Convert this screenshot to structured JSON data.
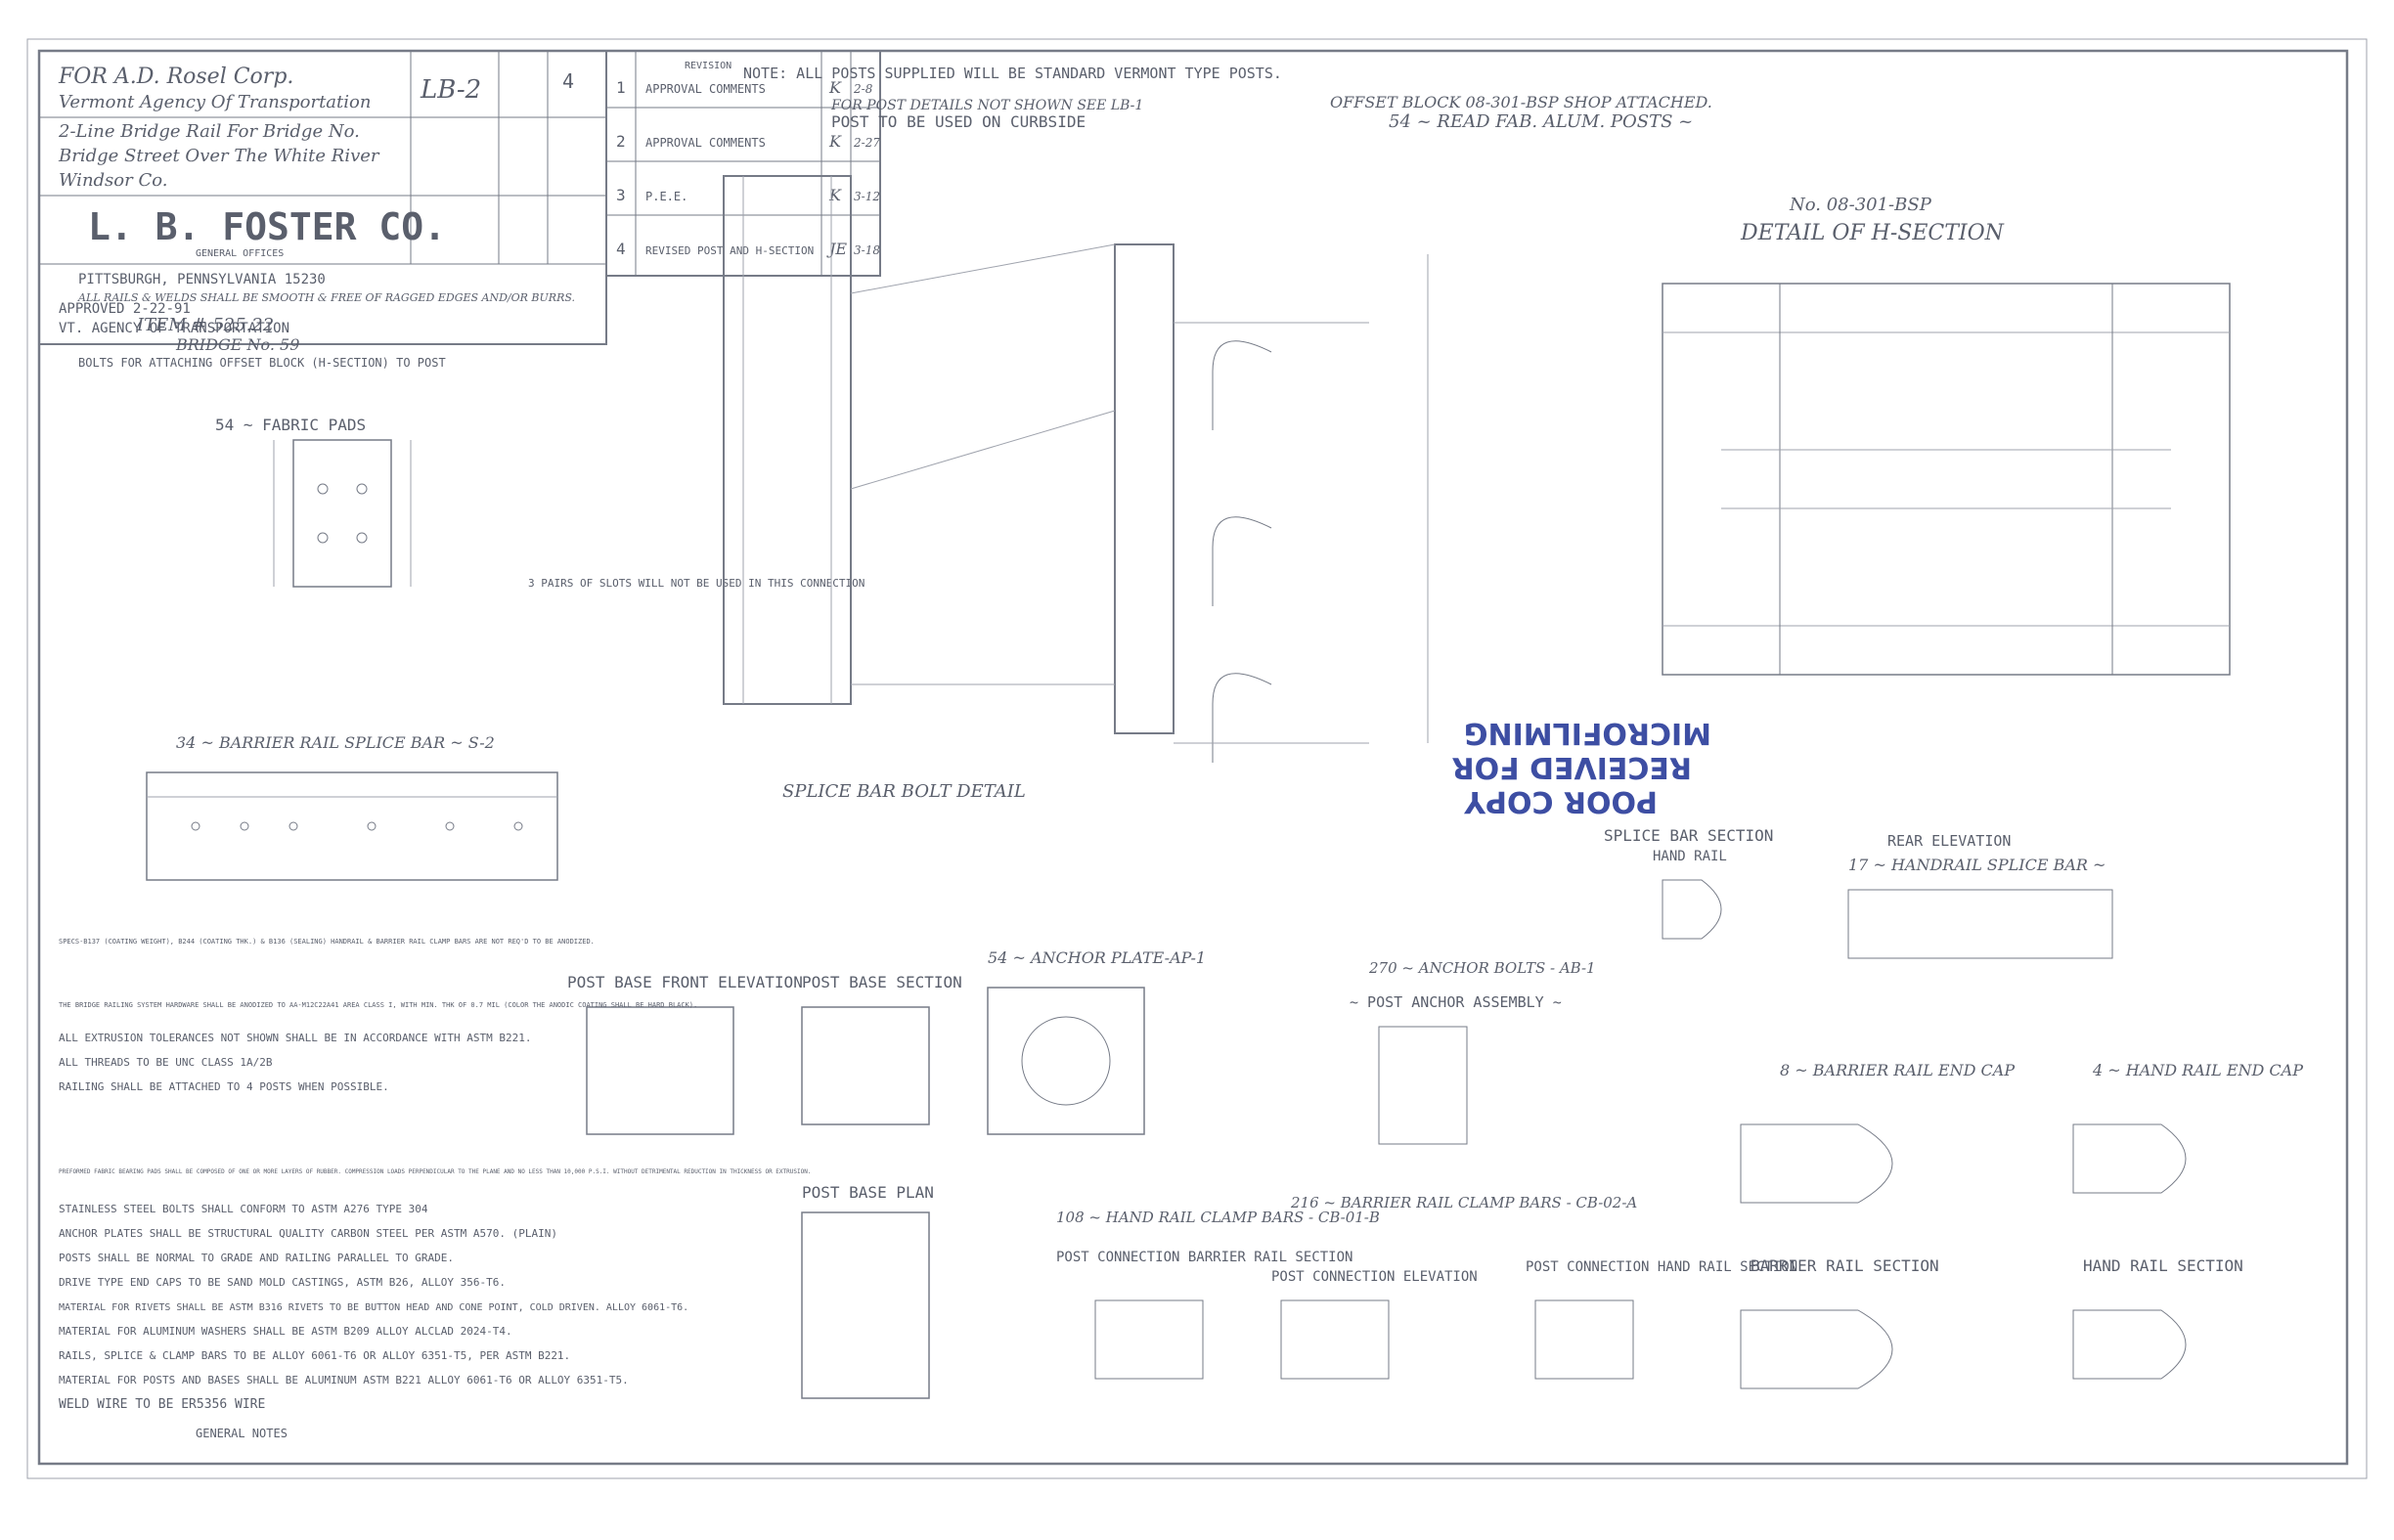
{
  "stamp": {
    "line1": "POOR COPY",
    "line2": "RECEIVED FOR",
    "line3": "MICROFILMING"
  },
  "company": {
    "name": "L. B. FOSTER CO.",
    "offices": "GENERAL OFFICES",
    "city": "PITTSBURGH, PENNSYLVANIA 15230",
    "for_line": "FOR A.D. Rosel Corp.",
    "client": "Vermont Agency Of Transportation",
    "rail_type": "2-Line Bridge Rail For Bridge No.",
    "location": "Bridge Street Over The White River",
    "town": "Windsor Co.",
    "approved": "APPROVED 2-22-91",
    "approved_by": "VT. AGENCY OF TRANSPORTATION",
    "drawing_no": "LB-2",
    "rev": "4"
  },
  "revisions": [
    {
      "num": "1",
      "desc": "APPROVAL COMMENTS",
      "by": "K",
      "date": "2-8"
    },
    {
      "num": "2",
      "desc": "APPROVAL COMMENTS",
      "by": "K",
      "date": "2-27"
    },
    {
      "num": "3",
      "desc": "P.E.E.",
      "by": "K",
      "date": "3-12"
    },
    {
      "num": "4",
      "desc": "REVISED POST AND H-SECTION",
      "by": "JE",
      "date": "3-18"
    }
  ],
  "headers": {
    "rev_table": "REVISION",
    "general_notes": "GENERAL NOTES"
  },
  "notes_top": {
    "note": "NOTE: ALL POSTS SUPPLIED WILL BE STANDARD VERMONT TYPE POSTS.",
    "curbside": "POST TO BE USED ON CURBSIDE",
    "post_details": "FOR POST DETAILS NOT SHOWN SEE LB-1",
    "read_alum": "54 ~ READ FAB. ALUM. POSTS ~",
    "offset_block": "OFFSET BLOCK 08-301-BSP SHOP ATTACHED.",
    "detail_h": "DETAIL OF H-SECTION",
    "detail_h_no": "No. 08-301-BSP",
    "bolts": "BOLTS FOR ATTACHING OFFSET BLOCK (H-SECTION) TO POST",
    "welds": "ALL RAILS & WELDS SHALL BE SMOOTH & FREE OF RAGGED EDGES AND/OR BURRS.",
    "item": "ITEM # 525.22",
    "bridge": "BRIDGE No. 59",
    "pads": "54 ~ FABRIC PADS",
    "slots_note": "3 PAIRS OF SLOTS WILL NOT BE USED IN THIS CONNECTION",
    "splice_detail": "SPLICE BAR BOLT DETAIL",
    "splice_bar": "34 ~ BARRIER RAIL SPLICE BAR ~ S-2"
  },
  "section_titles": {
    "post_base_front": "POST BASE FRONT ELEVATION",
    "post_base_section": "POST BASE SECTION",
    "post_base_plan": "POST BASE PLAN",
    "anchor_plate": "54 ~ ANCHOR PLATE-AP-1",
    "anchor_bolts": "270 ~ ANCHOR BOLTS - AB-1",
    "anchor_assembly": "~ POST ANCHOR ASSEMBLY ~",
    "splice_section": "SPLICE BAR SECTION",
    "hand_rail": "HAND RAIL",
    "rear_elev": "REAR ELEVATION",
    "handrail_splice": "17 ~ HANDRAIL SPLICE BAR ~",
    "barrier_end": "8 ~ BARRIER RAIL END CAP",
    "hand_end": "4 ~ HAND RAIL END CAP",
    "hand_clamp": "108 ~ HAND RAIL CLAMP BARS - CB-01-B",
    "barrier_clamp": "216 ~ BARRIER RAIL CLAMP BARS - CB-02-A",
    "post_conn_1": "POST CONNECTION BARRIER RAIL SECTION",
    "post_conn_2": "POST CONNECTION ELEVATION",
    "post_conn_3": "POST CONNECTION HAND RAIL SECTION",
    "barrier_section": "BARRIER RAIL SECTION",
    "hand_section": "HAND RAIL SECTION"
  },
  "general_notes": [
    "WELD WIRE TO BE ER5356 WIRE",
    "MATERIAL FOR POSTS AND BASES SHALL BE ALUMINUM ASTM B221 ALLOY 6061-T6 OR ALLOY 6351-T5.",
    "RAILS, SPLICE & CLAMP BARS TO BE ALLOY 6061-T6 OR ALLOY 6351-T5, PER ASTM B221.",
    "MATERIAL FOR ALUMINUM WASHERS SHALL BE ASTM B209 ALLOY ALCLAD 2024-T4.",
    "MATERIAL FOR RIVETS SHALL BE ASTM B316 RIVETS TO BE BUTTON HEAD AND CONE POINT, COLD DRIVEN. ALLOY 6061-T6.",
    "DRIVE TYPE END CAPS TO BE SAND MOLD CASTINGS, ASTM B26, ALLOY 356-T6.",
    "POSTS SHALL BE NORMAL TO GRADE AND RAILING PARALLEL TO GRADE.",
    "ANCHOR PLATES SHALL BE STRUCTURAL QUALITY CARBON STEEL PER ASTM A570. (PLAIN)",
    "STAINLESS STEEL BOLTS SHALL CONFORM TO ASTM A276 TYPE 304",
    "PREFORMED FABRIC BEARING PADS SHALL BE COMPOSED OF ONE OR MORE LAYERS OF RUBBER. COMPRESSION LOADS PERPENDICULAR TO THE PLANE AND NO LESS THAN 10,000 P.S.I. WITHOUT DETRIMENTAL REDUCTION IN THICKNESS OR EXTRUSION.",
    "RAILING SHALL BE ATTACHED TO 4 POSTS WHEN POSSIBLE.",
    "ALL THREADS TO BE UNC CLASS 1A/2B",
    "ALL EXTRUSION TOLERANCES NOT SHOWN SHALL BE IN ACCORDANCE WITH ASTM B221.",
    "THE BRIDGE RAILING SYSTEM HARDWARE SHALL BE ANODIZED TO AA-M12C22A41 AREA CLASS I, WITH MIN. THK OF 0.7 MIL (COLOR THE ANODIC COATING SHALL BE HARD BLACK).",
    "SPECS-B137 (COATING WEIGHT), B244 (COATING THK.) & B136 (SEALING) HANDRAIL & BARRIER RAIL CLAMP BARS ARE NOT REQ'D TO BE ANODIZED."
  ]
}
